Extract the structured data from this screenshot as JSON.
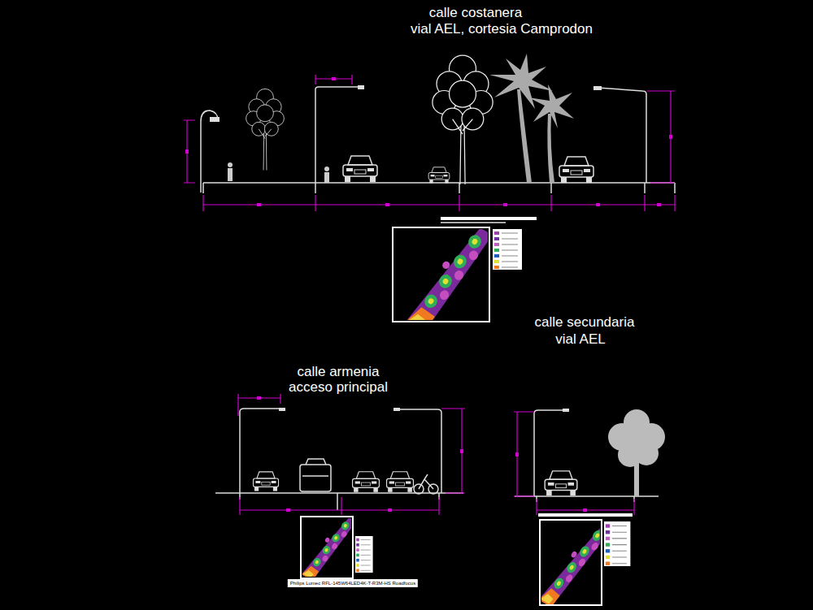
{
  "diagram": {
    "labels": [
      "calle costanera",
      "vial AEL, cortesia Camprodon",
      "calle secundaria",
      "vial AEL",
      "calle armenia",
      "acceso principal",
      "Philips Lumec RFL-145W64LED4K-T-R3M-HS Roadfocus"
    ]
  }
}
